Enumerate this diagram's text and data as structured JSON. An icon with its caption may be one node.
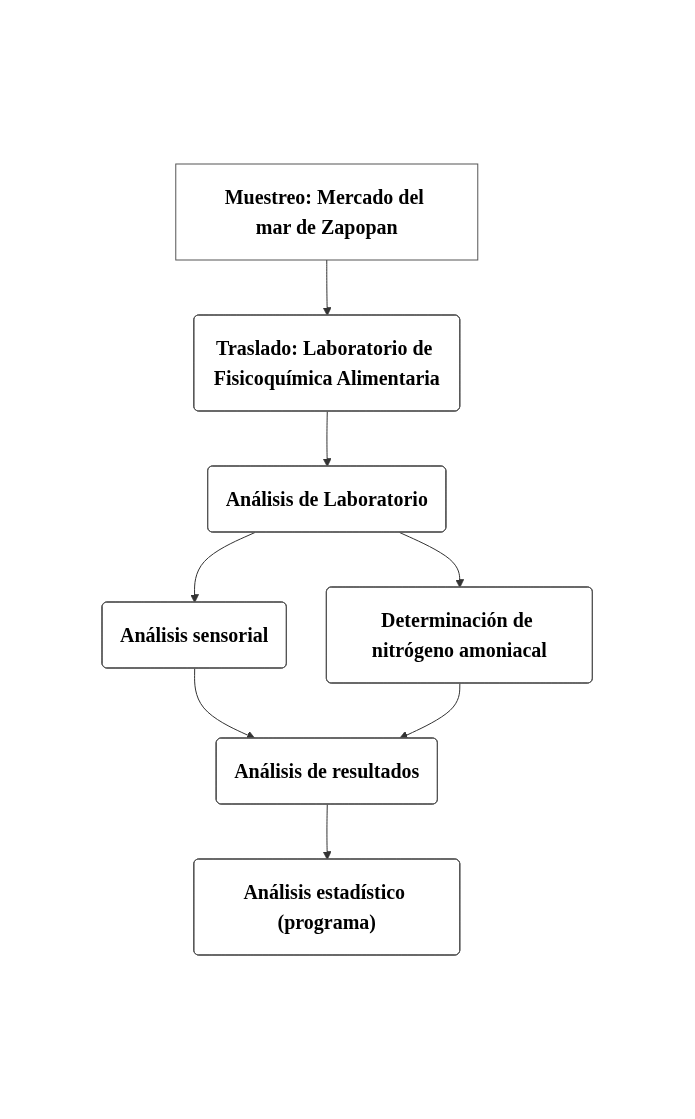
{
  "diagram": {
    "nodes": [
      {
        "text": [
          "Muestreo: Mercado del mar de Zapopan"
        ]
      },
      {
        "text": [
          "Traslado: Laboratorio de Fisicoquímica Alimentaria"
        ]
      },
      {
        "text": [
          "Análisis de Laboratorio"
        ]
      },
      {
        "text": [
          "Análisis sensorial"
        ]
      },
      {
        "text": [
          "Determinación de nitrógeno amoniacal"
        ]
      },
      {
        "text": [
          "Análisis de resultados"
        ]
      },
      {
        "text": [
          "Análisis estadístico (programa)"
        ]
      }
    ],
    "edges": [
      {
        "from": 0,
        "to": 1,
        "arrow": "to"
      },
      {
        "from": 1,
        "to": 2,
        "arrow": "to"
      },
      {
        "from": 2,
        "to": 3,
        "arrow": "to"
      },
      {
        "from": 2,
        "to": 4,
        "arrow": "to"
      },
      {
        "from": 3,
        "to": 5,
        "arrow": "to"
      },
      {
        "from": 4,
        "to": 5,
        "arrow": "to"
      },
      {
        "from": 5,
        "to": 6,
        "arrow": "to"
      }
    ]
  }
}
